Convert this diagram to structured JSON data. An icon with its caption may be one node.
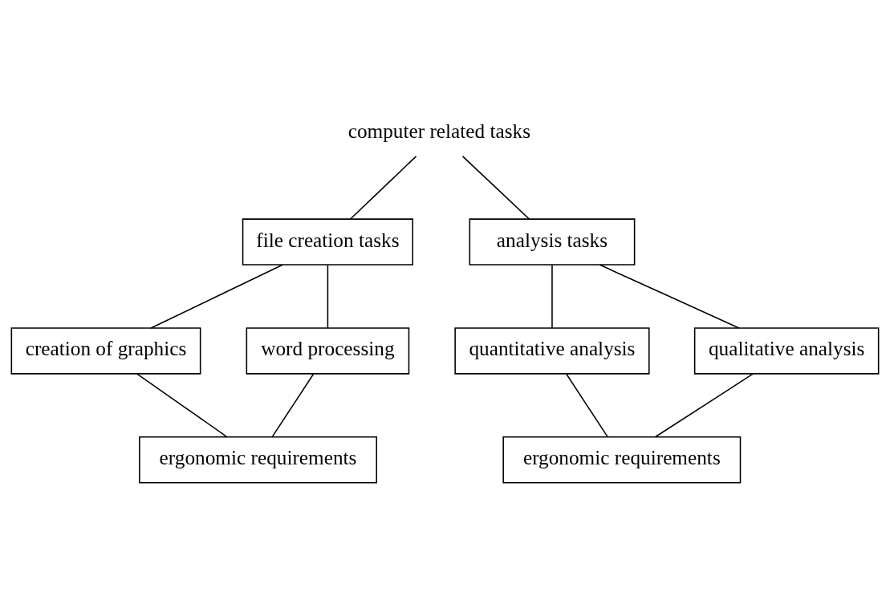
{
  "diagram": {
    "nodes": [
      {
        "text": [
          "computer related tasks"
        ]
      },
      {
        "text": [
          "file creation tasks"
        ]
      },
      {
        "text": [
          "analysis tasks"
        ]
      },
      {
        "text": [
          "creation of graphics"
        ]
      },
      {
        "text": [
          "word processing"
        ]
      },
      {
        "text": [
          "quantitative analysis"
        ]
      },
      {
        "text": [
          "qualitative analysis"
        ]
      },
      {
        "text": [
          "ergonomic requirements"
        ]
      },
      {
        "text": [
          "ergonomic requirements"
        ]
      }
    ],
    "edges": [
      {
        "from": 0,
        "to": 1,
        "arrow": "none"
      },
      {
        "from": 0,
        "to": 2,
        "arrow": "none"
      },
      {
        "from": 1,
        "to": 3,
        "arrow": "none"
      },
      {
        "from": 1,
        "to": 4,
        "arrow": "none"
      },
      {
        "from": 2,
        "to": 5,
        "arrow": "none"
      },
      {
        "from": 2,
        "to": 6,
        "arrow": "none"
      },
      {
        "from": 3,
        "to": 7,
        "arrow": "none"
      },
      {
        "from": 4,
        "to": 7,
        "arrow": "none"
      },
      {
        "from": 5,
        "to": 8,
        "arrow": "none"
      },
      {
        "from": 6,
        "to": 8,
        "arrow": "none"
      }
    ]
  }
}
